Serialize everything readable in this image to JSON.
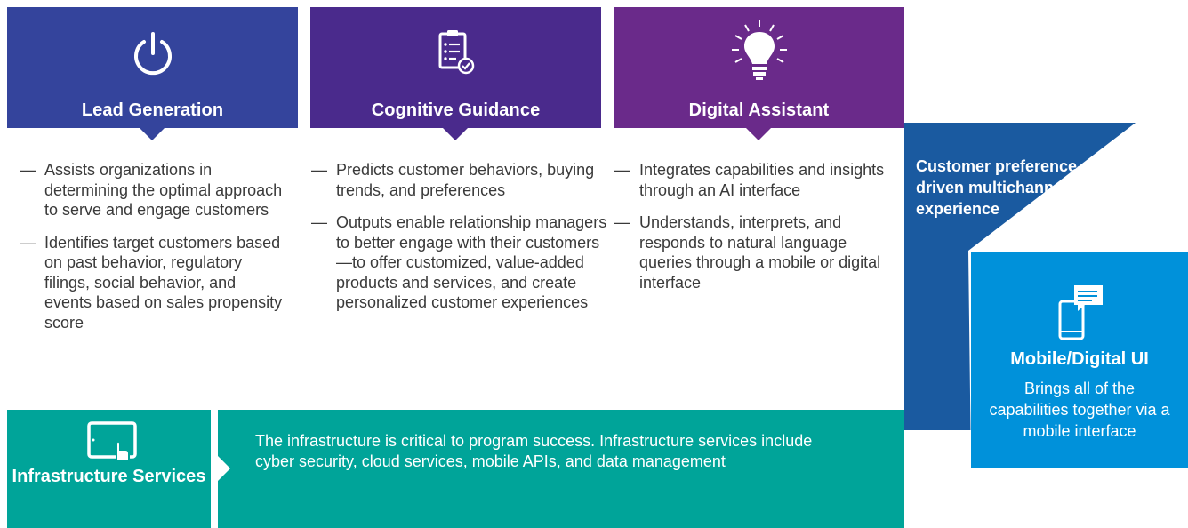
{
  "columns": [
    {
      "title": "Lead Generation",
      "icon": "power-icon",
      "color": "#34449c",
      "bullets": [
        "Assists organizations in determining the optimal approach to serve and engage customers",
        "Identifies target customers based on past behavior, regulatory filings, social behavior, and events based on sales propensity score"
      ]
    },
    {
      "title": "Cognitive Guidance",
      "icon": "clipboard-check-icon",
      "color": "#4a2a8c",
      "bullets": [
        "Predicts customer behaviors, buying trends, and preferences",
        "Outputs enable relationship managers to better engage with their customers—to offer customized, value-added products and services, and create personalized customer experiences"
      ]
    },
    {
      "title": "Digital Assistant",
      "icon": "lightbulb-icon",
      "color": "#6a2a8a",
      "bullets": [
        "Integrates capabilities and insights through an AI interface",
        "Understands, interprets, and responds to natural language queries through a mobile or digital interface"
      ]
    }
  ],
  "bullet_dash": "—",
  "infrastructure": {
    "label": "Infrastructure Services",
    "icon": "tablet-touch-icon",
    "color": "#00a499",
    "description": "The infrastructure is critical to program success. Infrastructure services include cyber security, cloud services, mobile APIs, and data management"
  },
  "preference": {
    "label": "Customer preference-driven multichannel experience",
    "color": "#1a5aa0"
  },
  "mobile": {
    "title": "Mobile/Digital UI",
    "icon": "mobile-chat-icon",
    "color": "#0091da",
    "description": "Brings all of the capabilities together via a mobile interface"
  }
}
